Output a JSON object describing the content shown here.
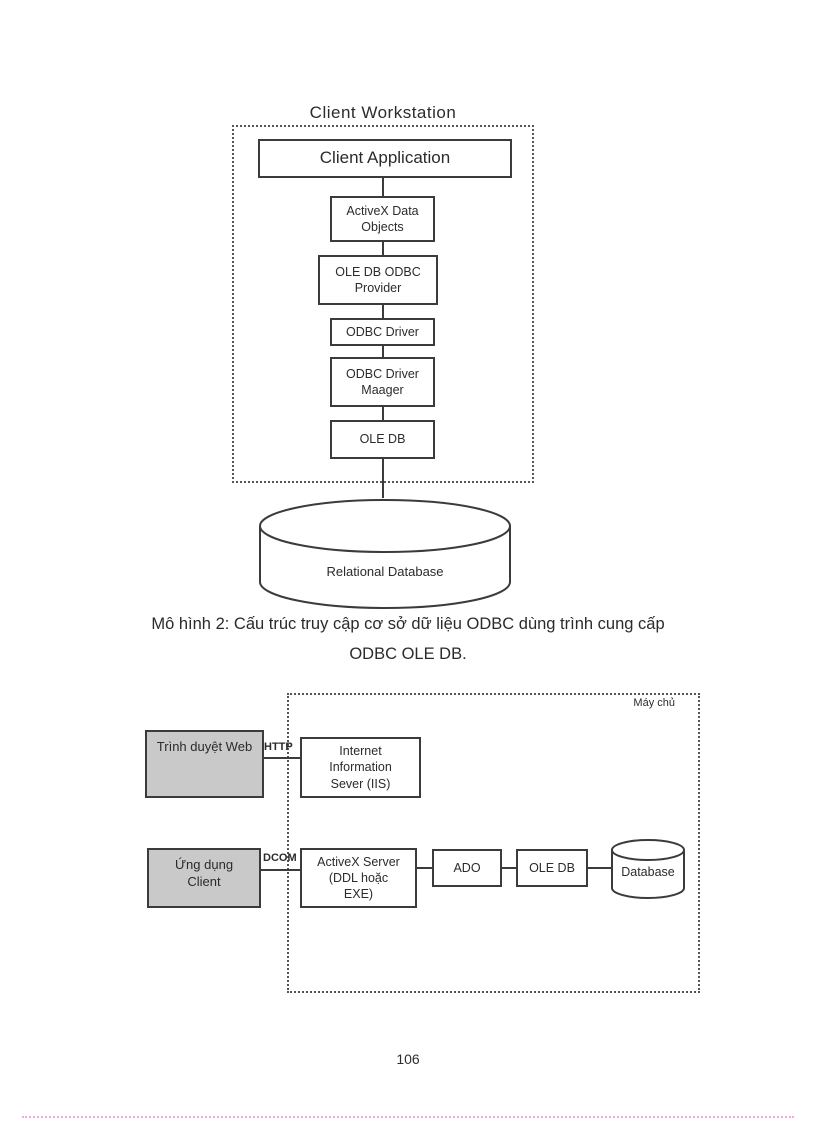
{
  "page": {
    "number": "106"
  },
  "diagram1": {
    "title": "Client Workstation",
    "app_box": "Client Application",
    "stack": [
      {
        "label": "ActiveX Data\nObjects"
      },
      {
        "label": "OLE DB ODBC\nProvider"
      },
      {
        "label": "ODBC Driver"
      },
      {
        "label": "ODBC Driver\nMaager"
      },
      {
        "label": "OLE DB"
      }
    ],
    "db_label": "Relational Database"
  },
  "caption": {
    "line1": "Mô hình 2: Cấu trúc truy cập cơ sở dữ liệu ODBC dùng trình cung cấp",
    "line2": "ODBC OLE DB."
  },
  "diagram2": {
    "server_label": "Máy chủ",
    "web_browser": "Trình duyệt Web",
    "http_label": "HTTP",
    "iis": "Internet\nInformation\nSever (IIS)",
    "client_app": "Ứng dụng\nClient",
    "dcom_label": "DCOM",
    "activex_server": "ActiveX Server\n(DDL hoặc\nEXE)",
    "ado": "ADO",
    "oledb": "OLE DB",
    "database": "Database"
  },
  "colors": {
    "box_border": "#3b3b3b",
    "gray_fill": "#c9c9c9",
    "dotted_frame": "#555555",
    "pink_rule": "#f2abd8"
  }
}
